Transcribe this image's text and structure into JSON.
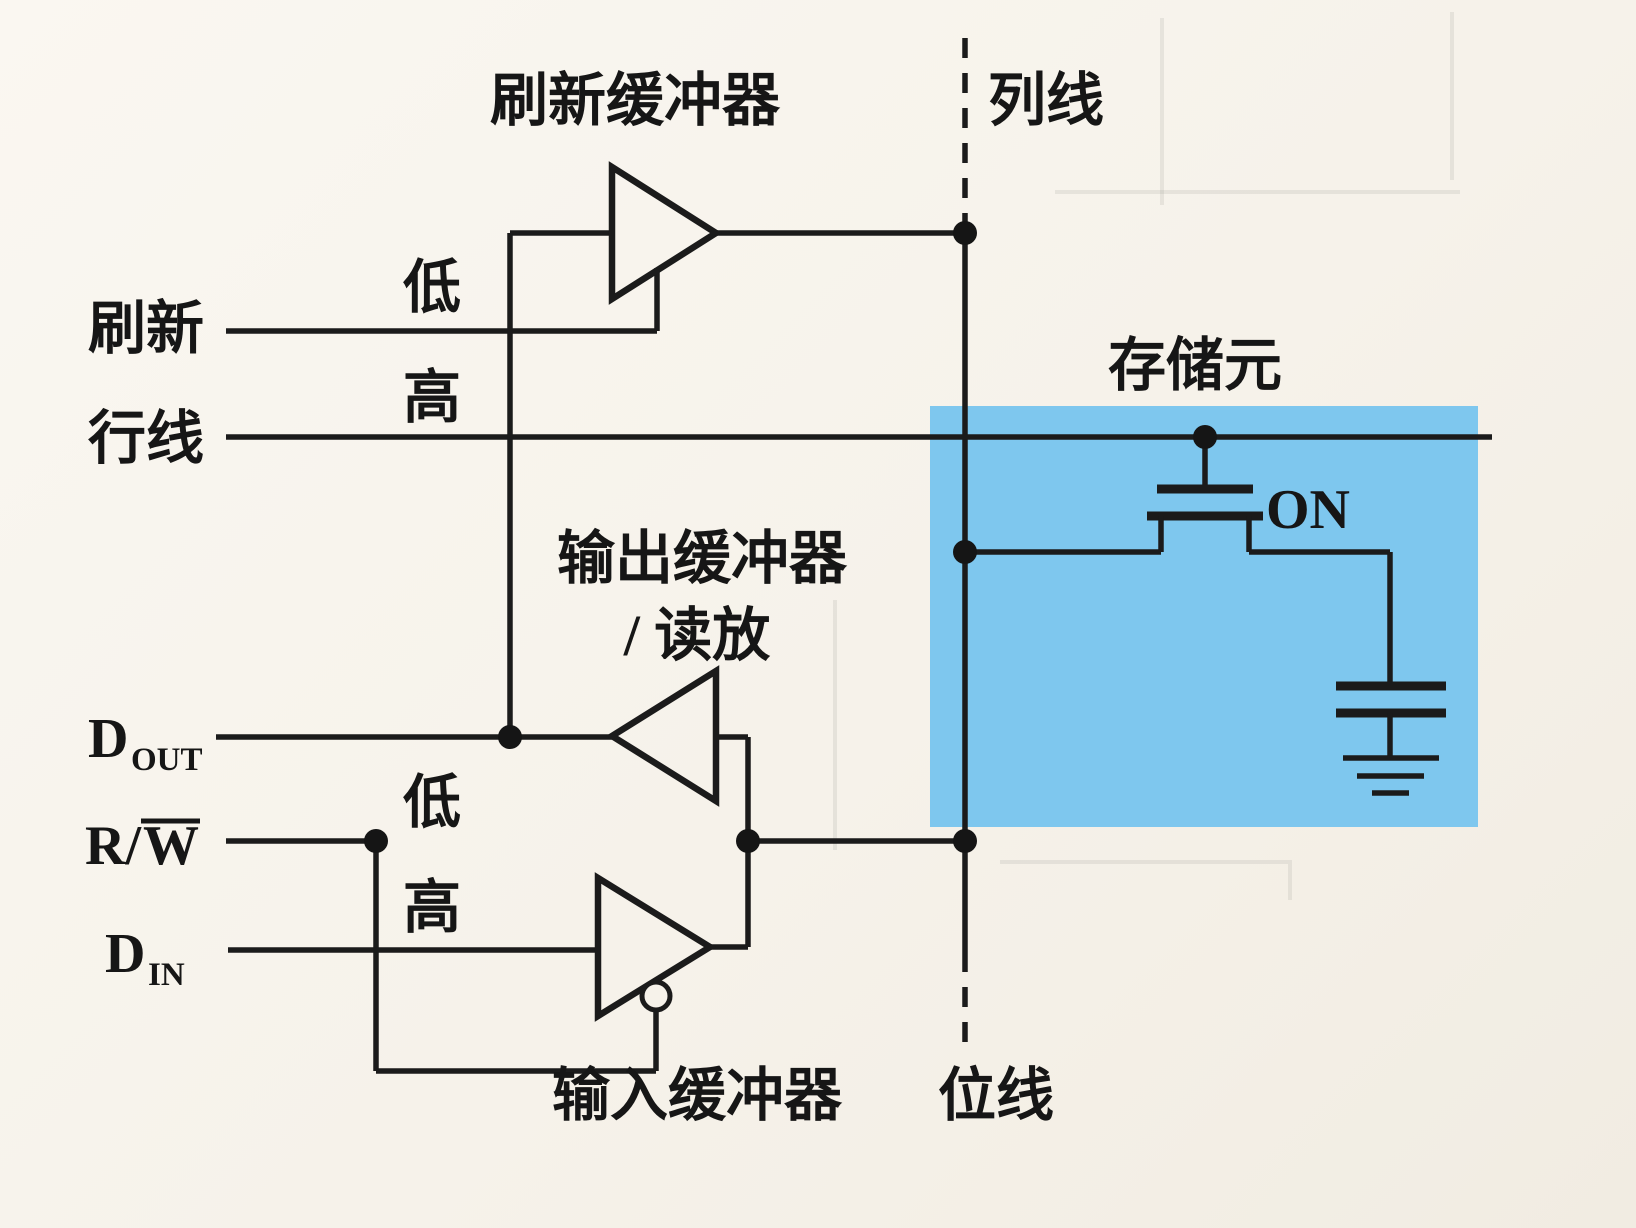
{
  "colors": {
    "paper": "#f6f2ea",
    "ink": "#1b1b1b",
    "highlight": "#7ec7ee"
  },
  "labels": {
    "refresh_buffer": "刷新缓冲器",
    "column_line": "列线",
    "refresh": "刷新",
    "row_line": "行线",
    "refresh_low": "低",
    "refresh_high": "高",
    "storage_cell": "存储元",
    "transistor_state": "ON",
    "output_buffer": "输出缓冲器",
    "sense_amp": "/ 读放",
    "d_out_letter": "D",
    "d_out_sub": "OUT",
    "rw_prefix": "R/",
    "rw_w": "W",
    "rw_low": "低",
    "rw_high": "高",
    "d_in_letter": "D",
    "d_in_sub": "IN",
    "input_buffer": "输入缓冲器",
    "bit_line": "位线"
  }
}
